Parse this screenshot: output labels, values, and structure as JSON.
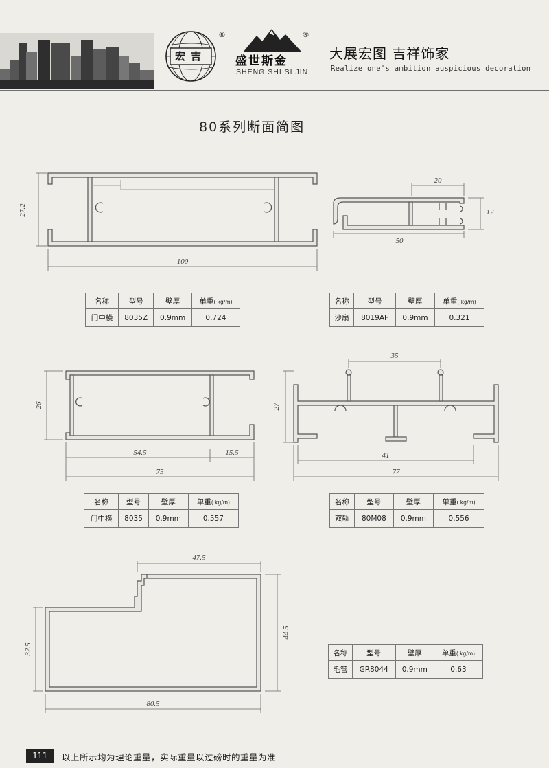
{
  "header": {
    "logo_text": "宏吉",
    "registered_mark": "®",
    "brand_cn": "盛世斯金",
    "brand_en": "SHENG SHI SI JIN",
    "slogan_cn": "大展宏图  吉祥饰家",
    "slogan_en": "Realize one's ambition auspicious decoration"
  },
  "title": "80系列断面简图",
  "table_headers": {
    "name": "名称",
    "model": "型号",
    "thickness": "壁厚",
    "unit_weight": "单重",
    "unit": "( kg/m)"
  },
  "profiles": [
    {
      "name": "门中横",
      "model": "8035Z",
      "thickness": "0.9mm",
      "weight": "0.724",
      "dims": {
        "width": "100",
        "height": "27.2"
      }
    },
    {
      "name": "沙扇",
      "model": "8019AF",
      "thickness": "0.9mm",
      "weight": "0.321",
      "dims": {
        "width": "50",
        "top": "20",
        "height": "12"
      }
    },
    {
      "name": "门中横",
      "model": "8035",
      "thickness": "0.9mm",
      "weight": "0.557",
      "dims": {
        "width": "75",
        "left": "54.5",
        "right": "15.5",
        "height": "26"
      }
    },
    {
      "name": "双轨",
      "model": "80M08",
      "thickness": "0.9mm",
      "weight": "0.556",
      "dims": {
        "width": "77",
        "inner": "41",
        "top": "35",
        "height": "27"
      }
    },
    {
      "name": "毛管",
      "model": "GR8044",
      "thickness": "0.9mm",
      "weight": "0.63",
      "dims": {
        "width": "80.5",
        "top": "47.5",
        "right_height": "44.5",
        "left_height": "32.5"
      }
    }
  ],
  "footer": {
    "page_number": "111",
    "note": "以上所示均为理论重量，实际重量以过磅时的重量为准"
  }
}
